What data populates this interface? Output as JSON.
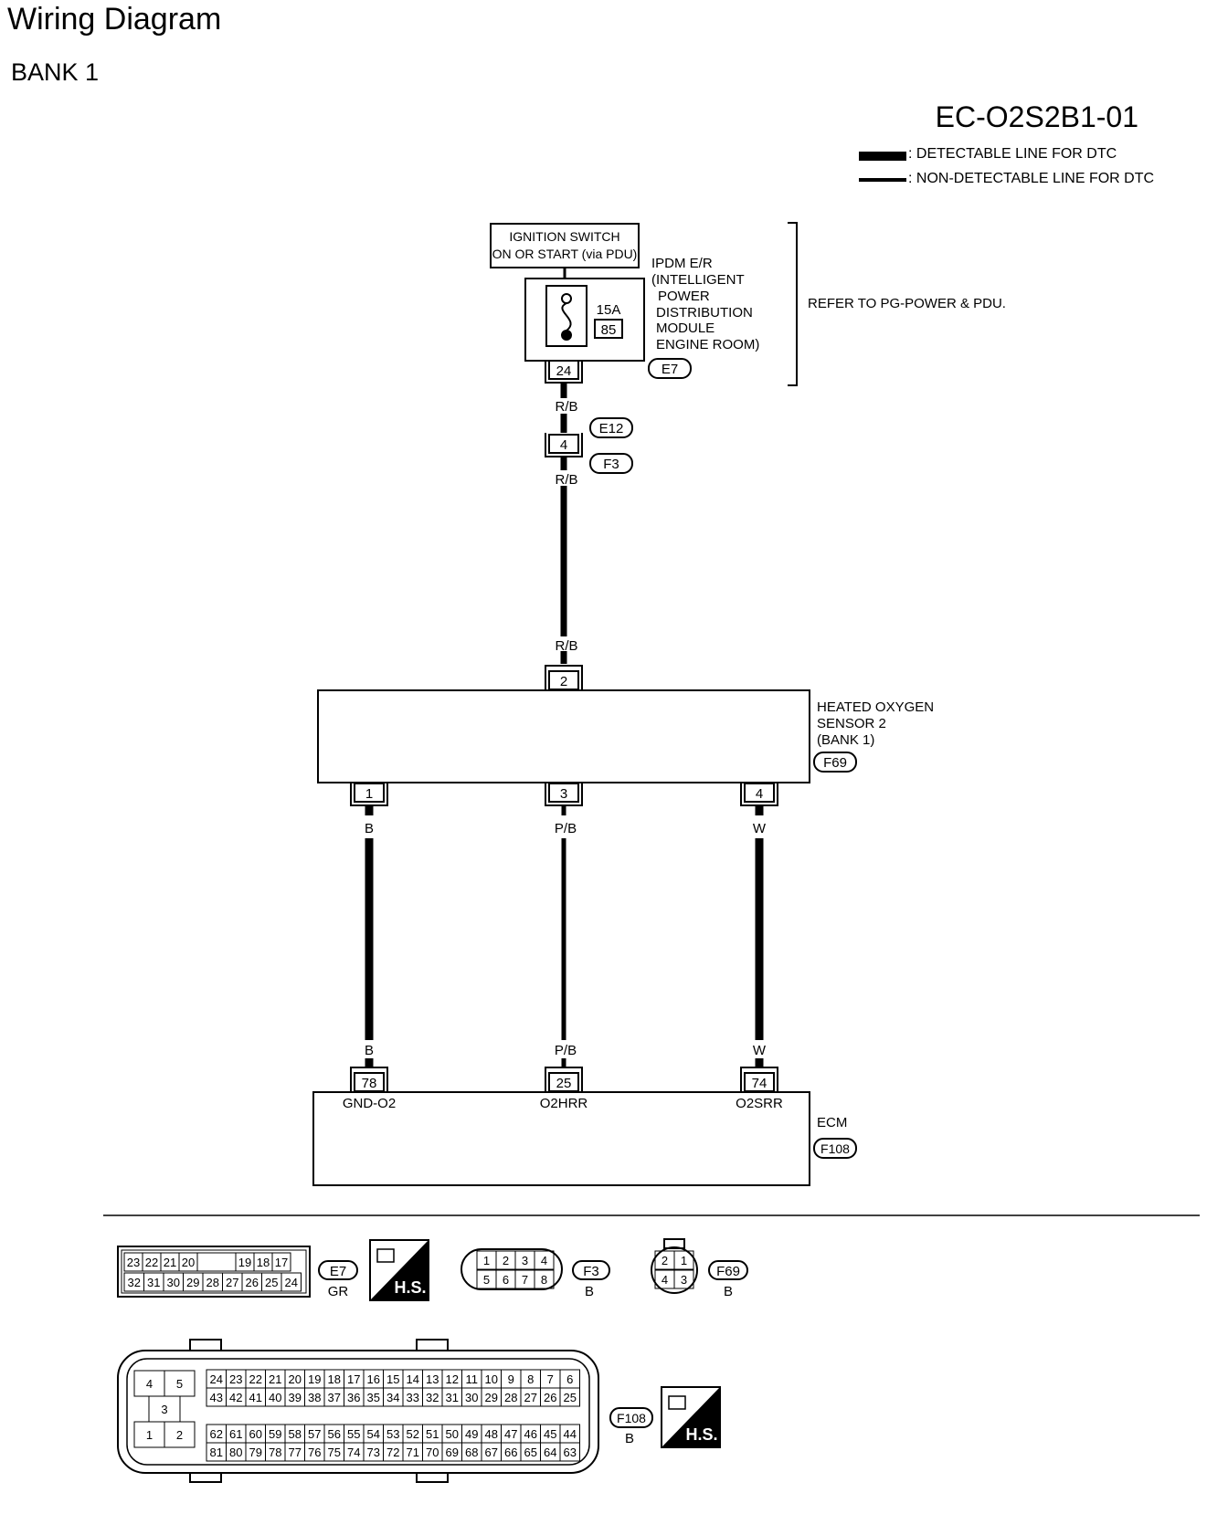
{
  "header": {
    "title": "Wiring Diagram",
    "subtitle": "BANK 1",
    "diagram_code": "EC-O2S2B1-01"
  },
  "legend": {
    "detectable": ": DETECTABLE LINE FOR DTC",
    "non_detectable": ": NON-DETECTABLE LINE FOR DTC"
  },
  "power": {
    "ignition_line1": "IGNITION SWITCH",
    "ignition_line2": "ON OR START (via PDU)",
    "fuse_rating": "15A",
    "fuse_number": "85",
    "ipdm_lines": [
      "IPDM E/R",
      "(INTELLIGENT",
      "POWER",
      "DISTRIBUTION",
      "MODULE",
      "ENGINE ROOM)"
    ],
    "ipdm_terminal": "24",
    "ipdm_connector": "E7",
    "refer_note": "REFER TO PG-POWER & PDU."
  },
  "harness": {
    "wire_color_top": "R/B",
    "joint_terminal": "4",
    "joint_connector_upper": "E12",
    "joint_connector_lower": "F3",
    "wire_color_after_joint": "R/B",
    "wire_color_sensor_in": "R/B"
  },
  "sensor": {
    "input_terminal": "2",
    "name_lines": [
      "HEATED OXYGEN",
      "SENSOR 2",
      "(BANK 1)"
    ],
    "connector": "F69",
    "terminals": [
      {
        "terminal": "1",
        "wire_top": "B",
        "wire_bottom": "B",
        "ecm_terminal": "78",
        "ecm_signal": "GND-O2",
        "detectable": true
      },
      {
        "terminal": "3",
        "wire_top": "P/B",
        "wire_bottom": "P/B",
        "ecm_terminal": "25",
        "ecm_signal": "O2HRR",
        "detectable": false
      },
      {
        "terminal": "4",
        "wire_top": "W",
        "wire_bottom": "W",
        "ecm_terminal": "74",
        "ecm_signal": "O2SRR",
        "detectable": true
      }
    ]
  },
  "ecm": {
    "name": "ECM",
    "connector": "F108"
  },
  "connector_views": {
    "e7": {
      "id": "E7",
      "color": "GR",
      "row1": [
        "23",
        "22",
        "21",
        "20",
        "",
        "19",
        "18",
        "17"
      ],
      "row2": [
        "32",
        "31",
        "30",
        "29",
        "28",
        "27",
        "26",
        "25",
        "24"
      ]
    },
    "f3": {
      "id": "F3",
      "color": "B",
      "row1": [
        "1",
        "2",
        "3",
        "4"
      ],
      "row2": [
        "5",
        "6",
        "7",
        "8"
      ]
    },
    "f69": {
      "id": "F69",
      "color": "B",
      "row1": [
        "2",
        "1"
      ],
      "row2": [
        "4",
        "3"
      ]
    },
    "f108": {
      "id": "F108",
      "color": "B",
      "left_block": [
        "4",
        "5",
        "3",
        "1",
        "2"
      ],
      "row1": [
        "24",
        "23",
        "22",
        "21",
        "20",
        "19",
        "18",
        "17",
        "16",
        "15",
        "14",
        "13",
        "12",
        "11",
        "10",
        "9",
        "8",
        "7",
        "6"
      ],
      "row2": [
        "43",
        "42",
        "41",
        "40",
        "39",
        "38",
        "37",
        "36",
        "35",
        "34",
        "33",
        "32",
        "31",
        "30",
        "29",
        "28",
        "27",
        "26",
        "25"
      ],
      "row3": [
        "62",
        "61",
        "60",
        "59",
        "58",
        "57",
        "56",
        "55",
        "54",
        "53",
        "52",
        "51",
        "50",
        "49",
        "48",
        "47",
        "46",
        "45",
        "44"
      ],
      "row4": [
        "81",
        "80",
        "79",
        "78",
        "77",
        "76",
        "75",
        "74",
        "73",
        "72",
        "71",
        "70",
        "69",
        "68",
        "67",
        "66",
        "65",
        "64",
        "63"
      ]
    },
    "hs_label": "H.S."
  }
}
